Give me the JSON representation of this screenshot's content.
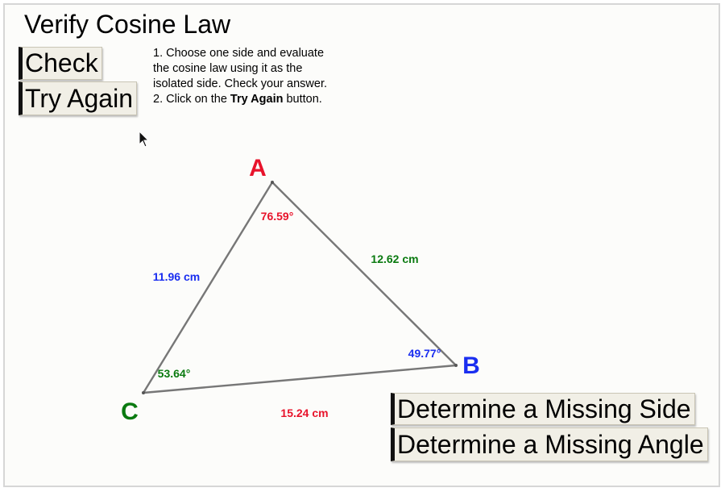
{
  "title": "Verify Cosine Law",
  "buttons": {
    "check": "Check",
    "try_again": "Try Again",
    "missing_side": "Determine a Missing Side",
    "missing_angle": "Determine a Missing Angle"
  },
  "instructions": {
    "line1": "1. Choose one side and evaluate",
    "line2": "the cosine law using it as the",
    "line3": "isolated side. Check your answer.",
    "line4_prefix": "2. Click on the ",
    "line4_bold": "Try Again",
    "line4_suffix": " button."
  },
  "triangle": {
    "vertices": {
      "A": "A",
      "B": "B",
      "C": "C"
    },
    "angles": {
      "A": "76.59°",
      "B": "49.77°",
      "C": "53.64°"
    },
    "sides": {
      "AC": "11.96 cm",
      "AB": "12.62 cm",
      "CB": "15.24 cm"
    }
  },
  "colors": {
    "red": "#e8132b",
    "blue": "#1a2ef0",
    "green": "#0a7a10",
    "triangle_stroke": "#777777"
  }
}
